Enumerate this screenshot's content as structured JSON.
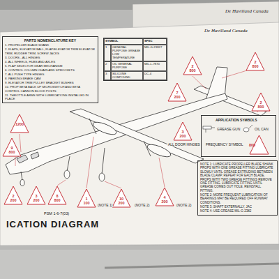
{
  "diagram": {
    "title": "ICATION DIAGRAM",
    "nodes": [
      {
        "text": [
          "PARTS NOMENCLATURE KEY",
          "1. PROPELLER BLADE SHANK",
          "2. FLAPS, ELEVATOR BALL, FLAP/ELEVATOR TRIM ELEVATOR TRIM, RUDDER TRIM, SCREW JACKS",
          "3. DOORS - ALL HINGES",
          "4. ALL WHEELS, HUBS AND AXLES",
          "5. FLAP SELECTOR GEAR MECHANISM",
          "6. CONTROL COLUMN CHAIN AND SPROCKETS",
          "7. ALL PUSH TYPE HINGES",
          "8. PARKING BRAKE CAM",
          "9. ELEVATOR TRIM PULLEY BRACKET BUSHES",
          "10. PROP BETA BACK UP MICROSWITCH AND BETA CONTROL CANNON BLOCK POSTS",
          "11. THROTTLE ARMS WITH LUBRICATIONS INSTALLED IN PLACE"
        ]
      },
      {
        "text": [
          "SYMBOL",
          "SPEC",
          "1",
          "GENERAL PURPOSE GREASE LOW TEMPERATURE",
          "MIL-G-23827",
          "2",
          "OIL GENERAL PURPOSE",
          "MIL-L-7870",
          "3",
          "SILICONE COMPOUND",
          "DC-4"
        ]
      },
      {
        "text": [
          "APPLICATION SYMBOLS",
          "GREASE GUN",
          "OIL CAN",
          "FREQUENCY SYMBOL"
        ]
      },
      {
        "text": [
          "800"
        ],
        "in": 2
      },
      {
        "text": [
          "NOTE 1: LUBRICATE PROPELLER BLADE SHANK PROPS WITH ONE GREASE FITTING LUBRICATE SLOWLY UNTIL GREASE EXTRUDING BETWEEN BLADE CLAMP. REPEAT FOR EACH BLADE. PROPS WITH TWO GREASE FITTINGS REMOVE ONE FITTING. LUBRICATE FITTING UNTIL GREASE COMES OUT HOLE. REINSTALL FITTING.",
          "NOTE 2: MORE FREQUENT LUBRICATION OF BEARINGS MAY BE REQUIRED OFF RUNWAY CONDITIONS.",
          "NOTE 3: SHAFT EXTERNALLY, JAC",
          "NOTE 4: USE GREASE MIL-G-2382"
        ]
      },
      {
        "text": [
          "1200"
        ]
      },
      {
        "text": [
          "9",
          "800"
        ]
      },
      {
        "text": [
          "2",
          "200"
        ]
      },
      {
        "text": [
          "3",
          "200"
        ]
      },
      {
        "text": [
          "8",
          "800"
        ]
      },
      {
        "text": [
          "1",
          "100"
        ]
      },
      {
        "text": [
          "10",
          "200"
        ]
      },
      {
        "text": [
          "4",
          "200"
        ]
      },
      {
        "text": [
          "7",
          "200"
        ]
      },
      {
        "text": [
          "2",
          "800"
        ]
      },
      {
        "text": [
          "2",
          "800"
        ]
      },
      {
        "text": [
          "2",
          "800"
        ]
      },
      {
        "text": [
          "3",
          "200"
        ]
      }
    ],
    "labels": [
      "De Havilland Canada",
      "De Havilland Canada",
      "PSM 1-6-7(03)",
      "(NOTE 1)",
      "(NOTE 2)",
      "(NOTE 2)",
      "ALL DOOR HINGES"
    ]
  }
}
